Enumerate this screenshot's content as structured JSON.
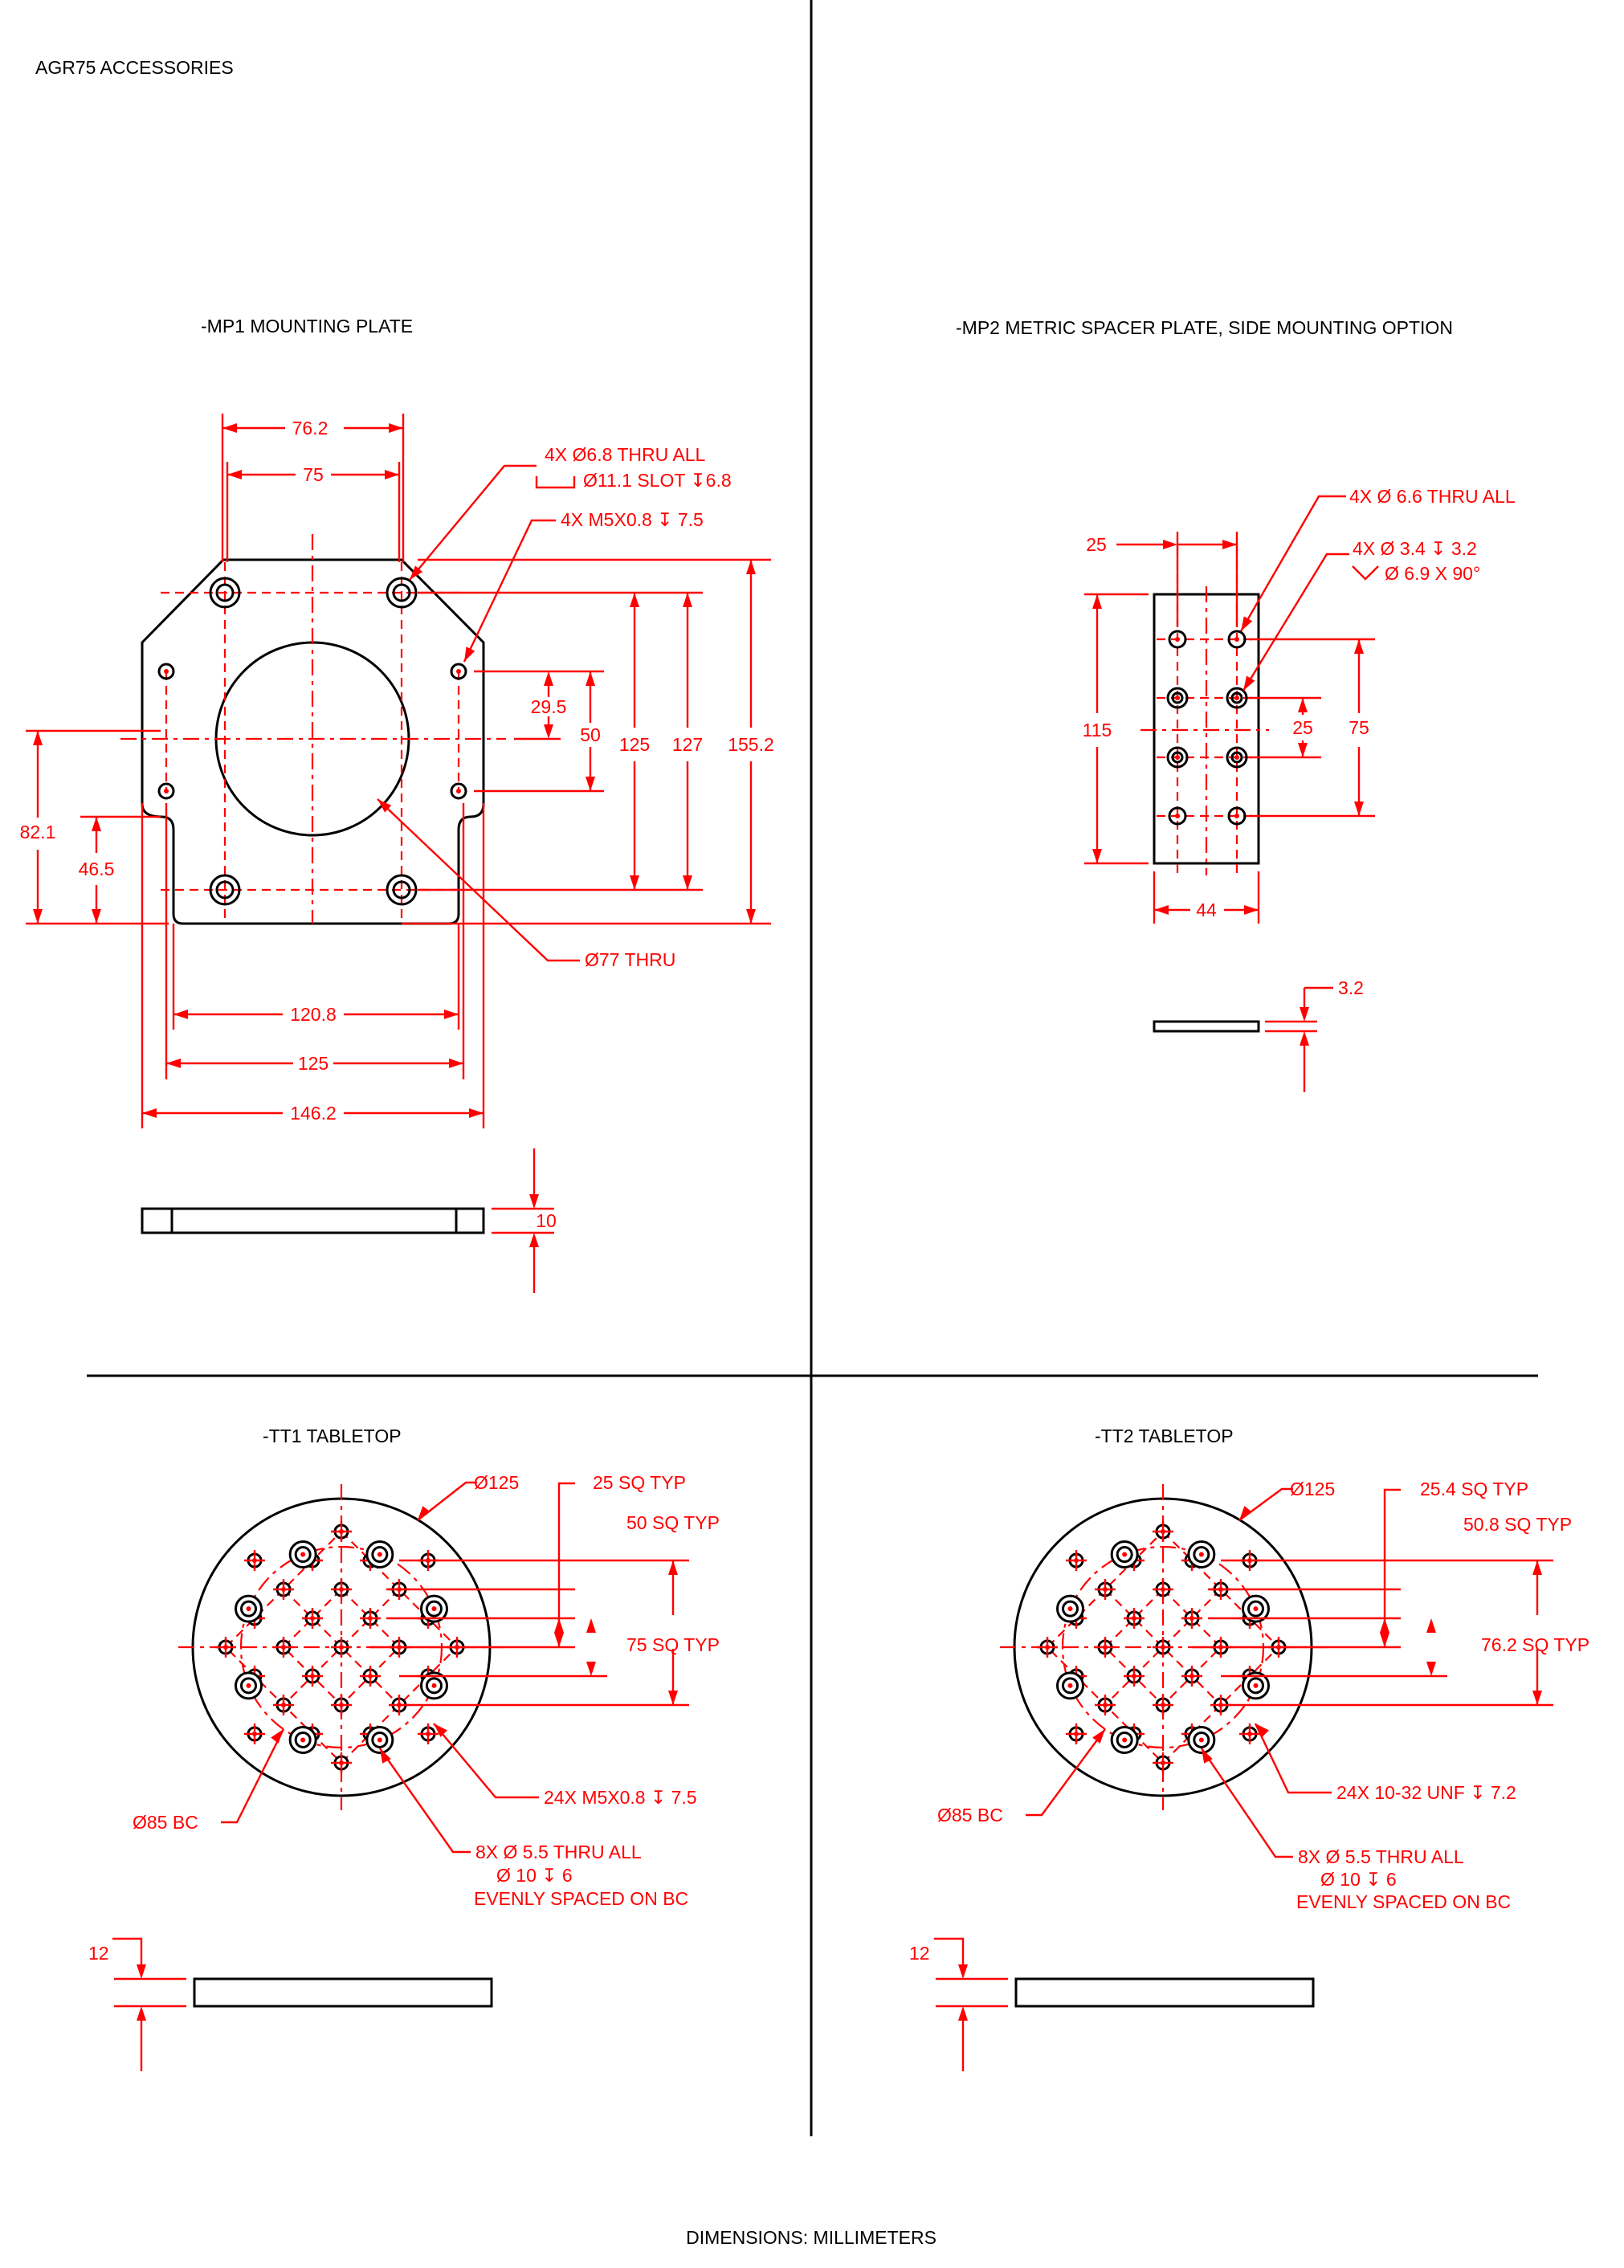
{
  "sheet": {
    "title": "AGR75 ACCESSORIES",
    "footer": "DIMENSIONS:  MILLIMETERS"
  },
  "mp1": {
    "title": "-MP1 MOUNTING PLATE",
    "dims": {
      "w76_2": "76.2",
      "w75": "75",
      "h29_5": "29.5",
      "h50": "50",
      "h125": "125",
      "h127": "127",
      "h155_2": "155.2",
      "h82_1": "82.1",
      "h46_5": "46.5",
      "w120_8": "120.8",
      "w125": "125",
      "w146_2": "146.2",
      "t10": "10"
    },
    "callouts": {
      "holes_line1": "4X Ø6.8 THRU ALL",
      "holes_line2": "Ø11.1 SLOT ↧6.8",
      "tapped": "4X M5X0.8 ↧ 7.5",
      "bore": "Ø77 THRU"
    }
  },
  "mp2": {
    "title": "-MP2 METRIC SPACER PLATE, SIDE MOUNTING OPTION",
    "dims": {
      "w25": "25",
      "h115": "115",
      "h25": "25",
      "h75": "75",
      "w44": "44",
      "t3_2": "3.2"
    },
    "callouts": {
      "thru": "4X Ø 6.6 THRU ALL",
      "cs_line1": "4X Ø 3.4 ↧ 3.2",
      "cs_line2": "Ø 6.9 X 90°"
    }
  },
  "tt1": {
    "title": "-TT1 TABLETOP",
    "dia": "Ø125",
    "sq25": "25 SQ TYP",
    "sq50": "50 SQ TYP",
    "sq75": "75 SQ TYP",
    "bc": "Ø85 BC",
    "tapped": "24X M5X0.8 ↧ 7.5",
    "cb_line1": "8X Ø 5.5 THRU ALL",
    "cb_line2": "Ø 10 ↧ 6",
    "cb_line3": "EVENLY SPACED ON BC",
    "thickness": "12"
  },
  "tt2": {
    "title": "-TT2 TABLETOP",
    "dia": "Ø125",
    "sq25": "25.4 SQ TYP",
    "sq50": "50.8 SQ TYP",
    "sq75": "76.2 SQ TYP",
    "bc": "Ø85 BC",
    "tapped": "24X 10-32 UNF ↧ 7.2",
    "cb_line1": "8X Ø 5.5 THRU ALL",
    "cb_line2": "Ø 10 ↧ 6",
    "cb_line3": "EVENLY SPACED ON BC",
    "thickness": "12"
  },
  "colors": {
    "geometry": "#000000",
    "dimensions": "#ff0000",
    "background": "#ffffff"
  }
}
